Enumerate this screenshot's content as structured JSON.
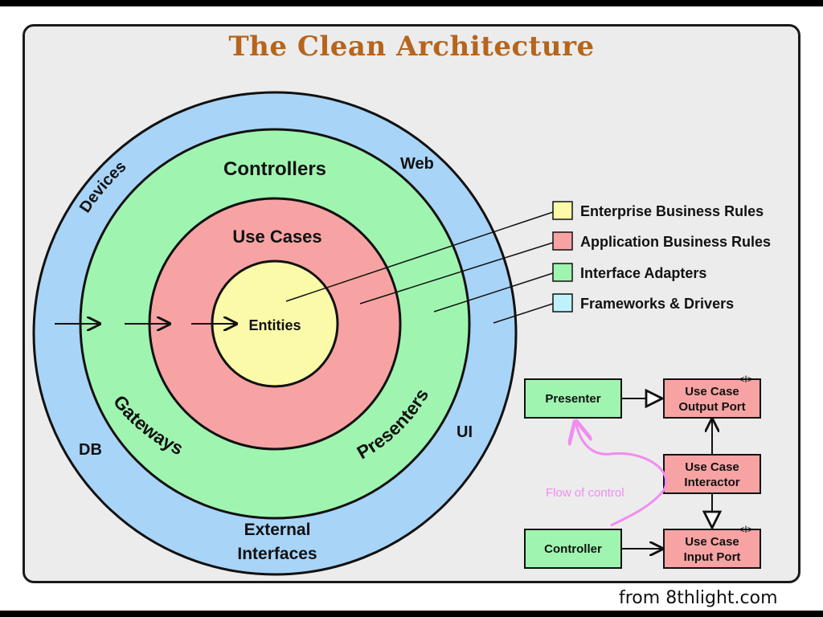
{
  "title": "The Clean Architecture",
  "credit": "from 8thlight.com",
  "rings": {
    "outer": {
      "labels": {
        "devices": "Devices",
        "web": "Web",
        "db": "DB",
        "ui": "UI",
        "external_1": "External",
        "external_2": "Interfaces"
      },
      "color": "#a8d4f7"
    },
    "adapters": {
      "labels": {
        "controllers": "Controllers",
        "gateways": "Gateways",
        "presenters": "Presenters"
      },
      "color": "#9ff5b0"
    },
    "use_cases": {
      "label": "Use Cases",
      "color": "#f7a3a3"
    },
    "entities": {
      "label": "Entities",
      "color": "#fbfaa8"
    }
  },
  "legend": [
    {
      "label": "Enterprise Business Rules",
      "color": "#fbfaa8"
    },
    {
      "label": "Application Business Rules",
      "color": "#f7a3a3"
    },
    {
      "label": "Interface Adapters",
      "color": "#9ff5b0"
    },
    {
      "label": "Frameworks & Drivers",
      "color": "#bff1fb"
    }
  ],
  "flow": {
    "presenter": "Presenter",
    "controller": "Controller",
    "output_port_1": "Use Case",
    "output_port_2": "Output Port",
    "interactor_1": "Use Case",
    "interactor_2": "Interactor",
    "input_port_1": "Use Case",
    "input_port_2": "Input Port",
    "interface_tag": "<I>",
    "flow_label": "Flow of control",
    "flow_color": "#f28cf0"
  }
}
